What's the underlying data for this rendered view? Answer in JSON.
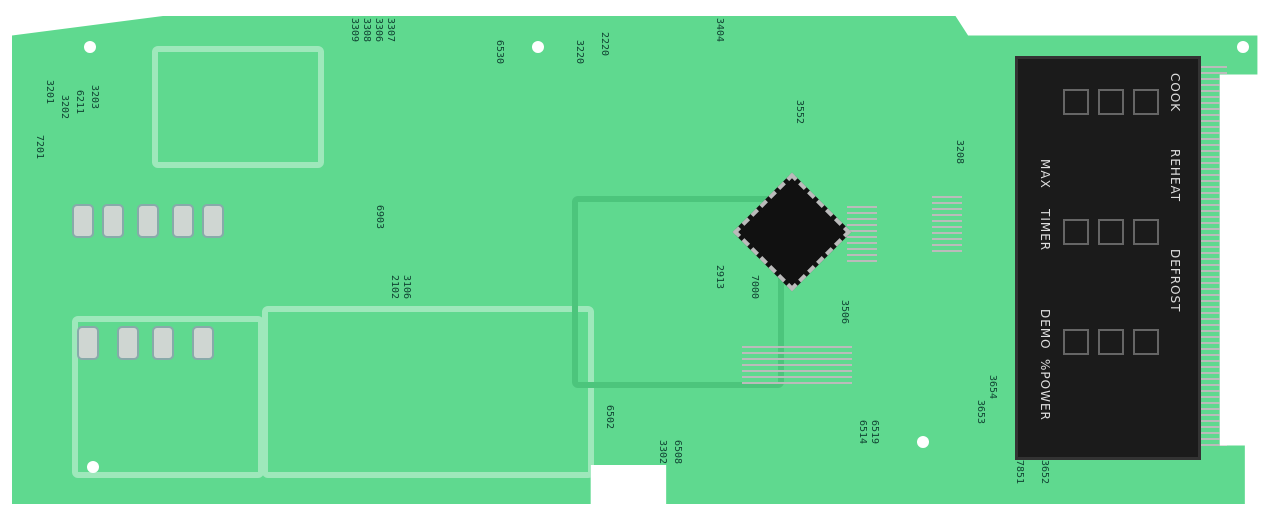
{
  "display": {
    "labels": [
      "COOK",
      "REHEAT",
      "DEFROST",
      "MAX",
      "TIMER",
      "DEMO",
      "%POWER"
    ]
  },
  "silkscreen": [
    "3309",
    "3308",
    "3306",
    "3307",
    "6530",
    "3220",
    "2220",
    "3404",
    "3552",
    "3208",
    "7000",
    "3506",
    "2913",
    "6502",
    "3302",
    "6508",
    "6519",
    "6514",
    "3654",
    "3653",
    "3652",
    "7851",
    "6903",
    "3106",
    "2102",
    "3201",
    "3202",
    "3203",
    "7201",
    "6211"
  ],
  "colors": {
    "board": "#5fd98f",
    "display": "#1b1b1b",
    "chip": "#111111"
  }
}
